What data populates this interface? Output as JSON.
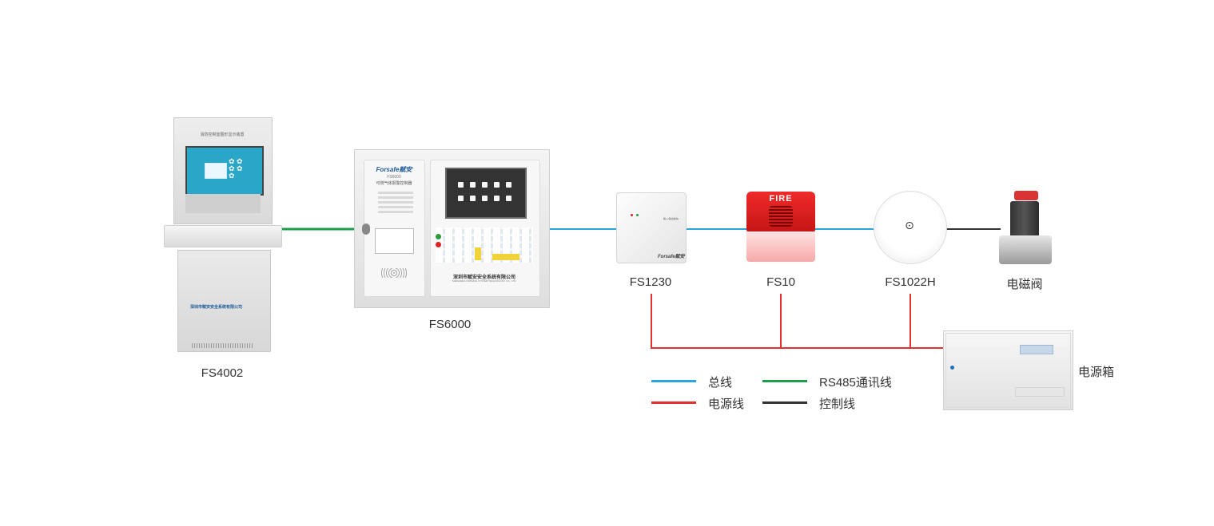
{
  "devices": {
    "fs4002": {
      "label": "FS4002",
      "screen_title": "消防控制室图形显示装置",
      "company": "深圳市赋安安全系统有限公司"
    },
    "fs6000": {
      "label": "FS6000",
      "brand": "Forsafe赋安",
      "model": "FS6000",
      "name": "可燃气体报警控制器",
      "company": "深圳市赋安安全系统有限公司",
      "company_en": "SHENZHEN FORSAFE SYSTEM TECHNOLOGY CO., LTD."
    },
    "fs1230": {
      "label": "FS1230",
      "brand": "Forsafe赋安",
      "tag": "输入/输出模块"
    },
    "fs10": {
      "label": "FS10",
      "fire_text": "FIRE"
    },
    "fs1022h": {
      "label": "FS1022H"
    },
    "valve": {
      "label": "电磁阀"
    },
    "power_box": {
      "label": "电源箱"
    }
  },
  "legend": {
    "bus": {
      "label": "总线",
      "color": "#2aa5e0"
    },
    "rs485": {
      "label": "RS485通讯线",
      "color": "#1e9e4a"
    },
    "power": {
      "label": "电源线",
      "color": "#e23030"
    },
    "control": {
      "label": "控制线",
      "color": "#333333"
    }
  }
}
